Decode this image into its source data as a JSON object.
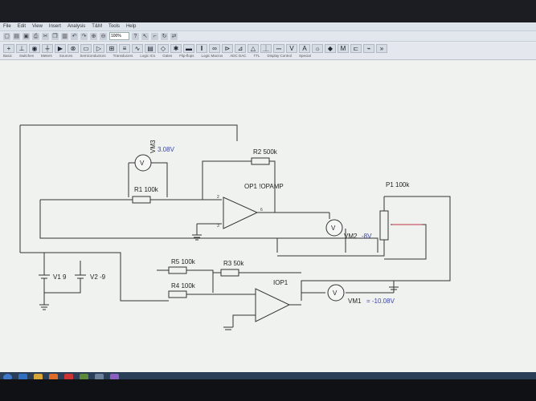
{
  "menubar": {
    "items": [
      "File",
      "Edit",
      "View",
      "Insert",
      "Analysis",
      "T&M",
      "Tools",
      "Help"
    ]
  },
  "zoom": "100%",
  "palette": {
    "labels": [
      "Basic",
      "Switches",
      "Meters",
      "Sources",
      "Semiconductors",
      "Transducers",
      "Logic ICs",
      "Gates",
      "Flip-flops",
      "Logic Macros",
      "ADC DAC",
      "TTL",
      "Display Control",
      "Special"
    ]
  },
  "circuit": {
    "vm3": {
      "name": "VM3",
      "reading": "3.08V"
    },
    "r2": "R2 500k",
    "r1": "R1 100k",
    "op1": "OP1 !OPAMP",
    "p1": "P1 100k",
    "vm2": {
      "name": "VM2",
      "reading": "-8V"
    },
    "v1": "V1 9",
    "v2": "V2 -9",
    "r5": "R5 100k",
    "r3": "R3 50k",
    "r4": "R4 100k",
    "iop1": "IOP1",
    "vm1": {
      "name": "VM1",
      "reading": "= -10.08V"
    },
    "meter_symbol": "V",
    "pins": {
      "op1_minus": "2",
      "op1_plus": "3",
      "op1_out": "6"
    }
  }
}
